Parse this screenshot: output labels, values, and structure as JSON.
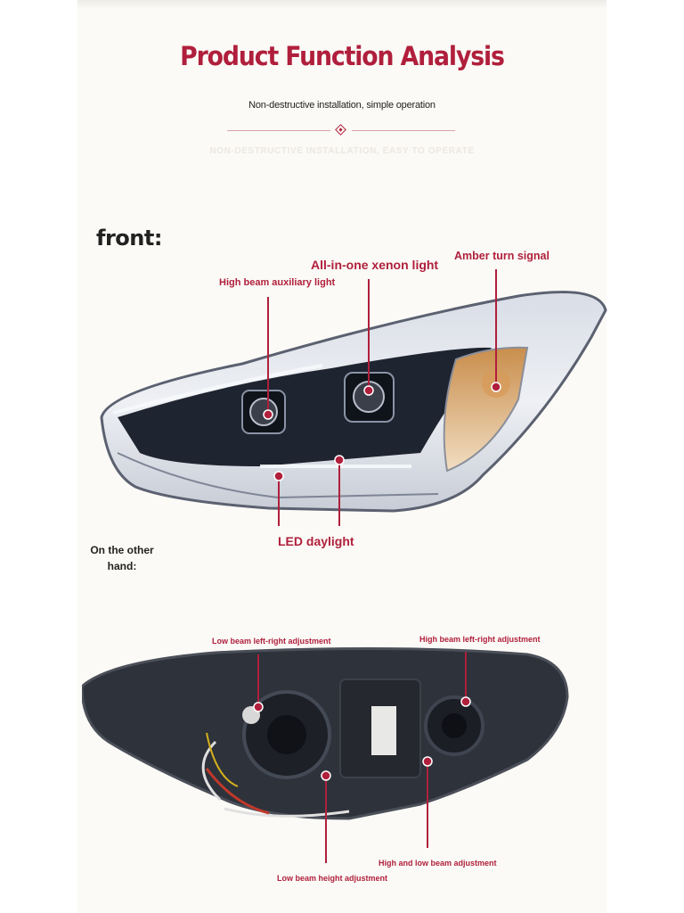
{
  "header": {
    "title": "Product Function Analysis",
    "subtitle": "Non-destructive installation, simple operation",
    "ghost_caption": "NON-DESTRUCTIVE INSTALLATION, EASY TO OPERATE"
  },
  "front": {
    "label": "front:",
    "callouts": {
      "xenon": "All-in-one xenon light",
      "amber": "Amber turn signal",
      "high_beam_aux": "High beam auxiliary light",
      "led_daylight": "LED daylight"
    }
  },
  "back": {
    "label": "On the other hand:",
    "callouts": {
      "low_lr": "Low beam left-right adjustment",
      "high_lr": "High beam left-right adjustment",
      "high_low": "High and low beam adjustment",
      "low_height": "Low beam height adjustment"
    }
  },
  "colors": {
    "accent": "#b01f3c",
    "page_background": "#fbfaf6",
    "text": "#222222"
  },
  "icons": {
    "divider": "diamond-ornament",
    "callout_marker": "red-dot-marker"
  }
}
